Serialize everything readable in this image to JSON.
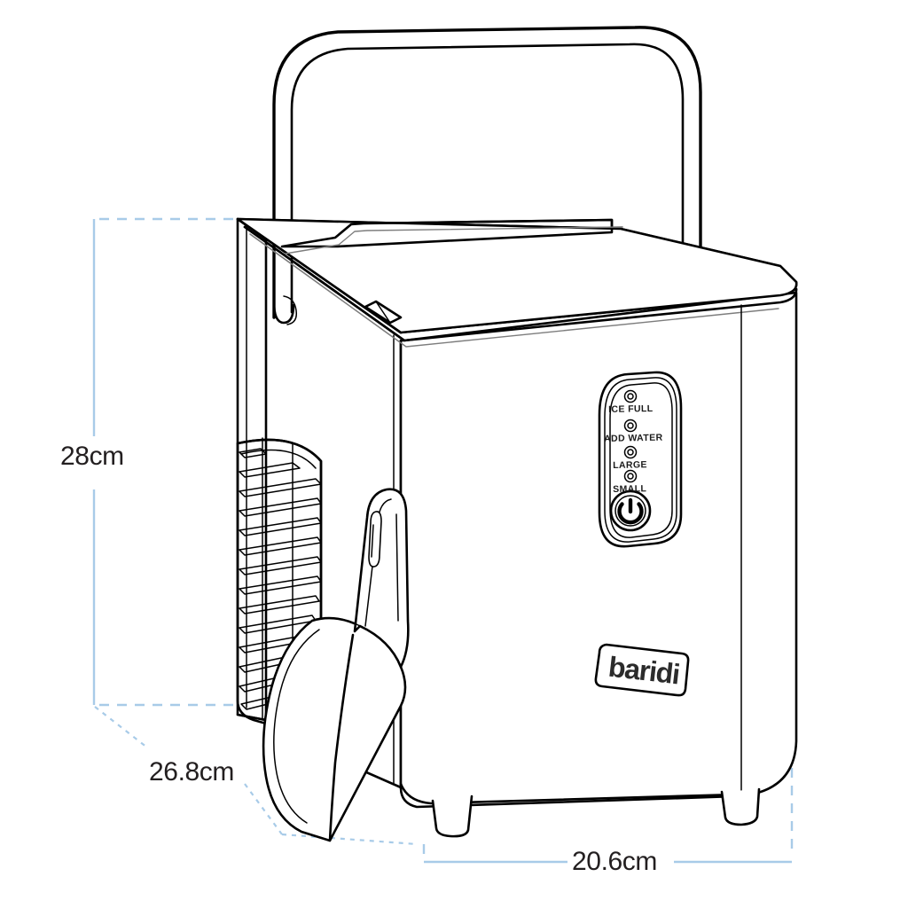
{
  "product": {
    "brand": "baridi",
    "type": "countertop-ice-maker",
    "illustration_style": "line-drawing-technical"
  },
  "dimensions": {
    "height": {
      "value": "28cm",
      "orientation": "vertical",
      "line_color": "#a8cbe8"
    },
    "depth": {
      "value": "26.8cm",
      "orientation": "diagonal",
      "line_color": "#a8cbe8"
    },
    "width": {
      "value": "20.6cm",
      "orientation": "horizontal",
      "line_color": "#a8cbe8"
    }
  },
  "control_panel": {
    "indicators": [
      {
        "label": "ICE FULL",
        "icon": "led-indicator-icon"
      },
      {
        "label": "ADD WATER",
        "icon": "led-indicator-icon"
      },
      {
        "label": "LARGE",
        "icon": "led-indicator-icon"
      },
      {
        "label": "SMALL",
        "icon": "led-indicator-icon"
      }
    ],
    "power_button": {
      "icon": "power-icon",
      "label": ""
    }
  },
  "parts": {
    "handle": "carry-handle",
    "lid": "lid",
    "vent": "vent-grille",
    "scoop": "ice-scoop",
    "feet": "rubber-feet"
  },
  "colors": {
    "outline": "#000000",
    "dimension_line": "#a8cbe8",
    "text": "#231f20",
    "background": "#ffffff"
  }
}
